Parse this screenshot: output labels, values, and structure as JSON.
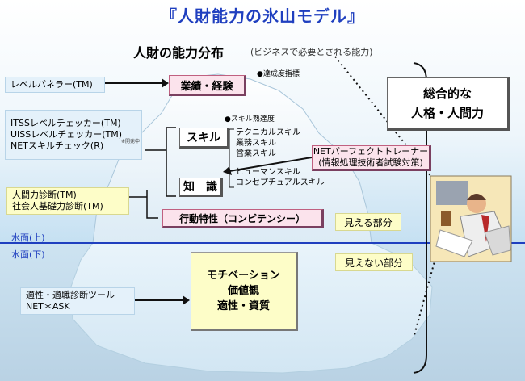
{
  "title": "『人財能力の氷山モデル』",
  "subtitle": "人財の能力分布",
  "subtitle_note": "(ビジネスで必要とされる能力)",
  "boxes": {
    "performance": "業績・経験",
    "skill": "スキル",
    "knowledge": "知　識",
    "competency": "行動特性（コンピテンシー）",
    "deep_line1": "モチベーション",
    "deep_line2": "価値観",
    "deep_line3": "適性・資質",
    "overall_line1": "総合的な",
    "overall_line2": "人格・人間力"
  },
  "notes": {
    "achievement_index": "●達成度指標",
    "skill_level": "●スキル熟達度",
    "skill_line1": "テクニカルスキル",
    "skill_line2": "業務スキル",
    "skill_line3": "営業スキル",
    "skill_line4": "ヒューマンスキル",
    "skill_line5": "コンセプチュアルスキル",
    "visible_part": "見える部分",
    "invisible_part": "見えない部分",
    "water_above": "水面(上)",
    "water_below": "水面(下)"
  },
  "tools": {
    "level_banner": "レベルバネラー(TM)",
    "itss": "ITSSレベルチェッカー(TM)",
    "uiss": "UISSレベルチェッカー(TM)",
    "uiss_note": "※開発中",
    "net_skill": "NETスキルチェック(R)",
    "human_power": "人間力診断(TM)",
    "social_basic": "社会人基礎力診断(TM)",
    "net_perfect_line1": "NETパーフェクトトレーナー",
    "net_perfect_line2": "(情報処理技術者試験対策)",
    "aptitude_line1": "適性・適職診断ツール",
    "aptitude_line2": "NET＊ASK"
  },
  "colors": {
    "title": "#1f3fbf",
    "water_line": "#1f3fbf",
    "pink_box": "#fbe3ec",
    "yellow_box": "#fdfdc8",
    "sea_deep": "#c6dcea",
    "iceberg": "#eef6fb"
  }
}
